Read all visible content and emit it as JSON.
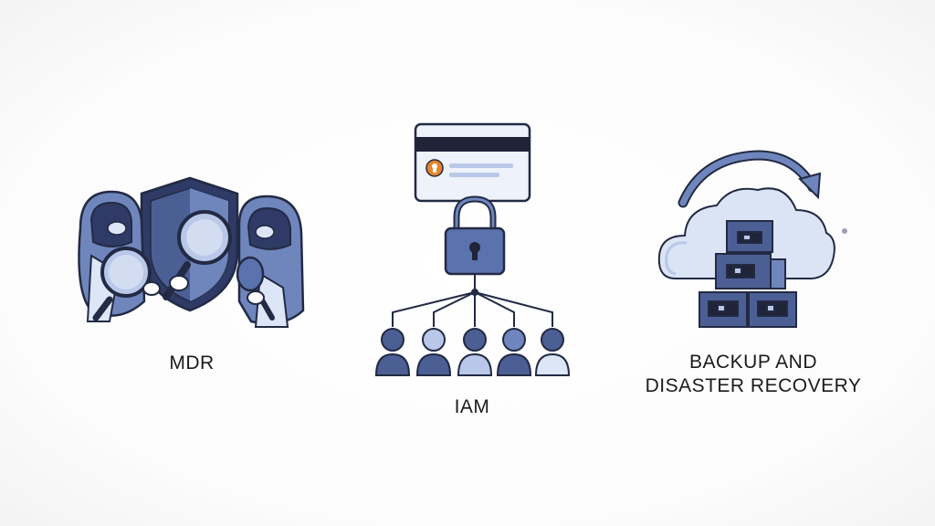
{
  "sections": [
    {
      "id": "mdr",
      "label": "MDR",
      "icons": [
        "hooded-analyst-icon",
        "shield-icon",
        "magnifying-glass-icon",
        "hooded-analyst-icon"
      ]
    },
    {
      "id": "iam",
      "label": "IAM",
      "icons": [
        "id-card-icon",
        "padlock-icon",
        "user-group-icon"
      ]
    },
    {
      "id": "bdr",
      "label_lines": [
        "BACKUP AND",
        "DISASTER RECOVERY"
      ],
      "icons": [
        "cloud-icon",
        "sync-arrow-icon",
        "server-stack-icon"
      ]
    }
  ],
  "colors": {
    "navy": "#2f3b66",
    "mid_blue": "#5a72ad",
    "light_blue": "#b9c8e8",
    "pale_blue": "#dde6f6",
    "card_stripe": "#1f2438",
    "accent_orange": "#e8832a",
    "outline": "#222a44"
  }
}
